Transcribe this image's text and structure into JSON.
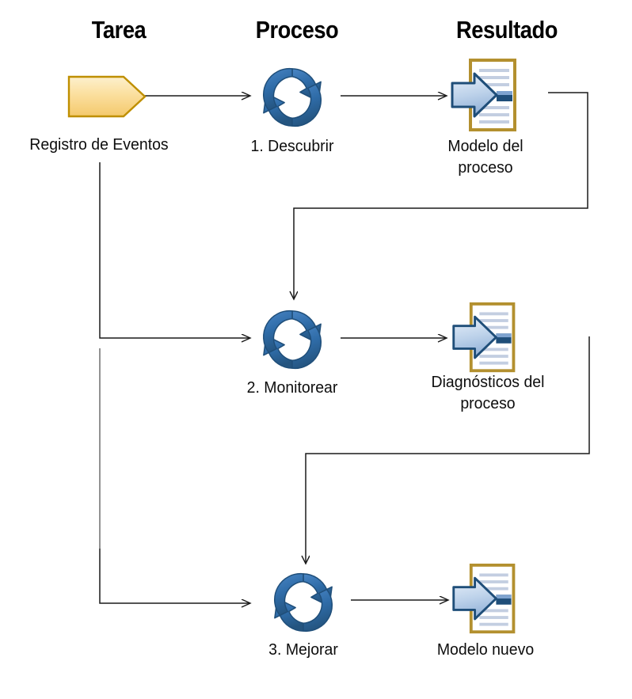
{
  "diagram": {
    "title": "Process Mining: Tarea / Proceso / Resultado",
    "background": "#ffffff",
    "line_color": "#1a1a1a",
    "columns": [
      {
        "id": "tarea",
        "label": "Tarea"
      },
      {
        "id": "proceso",
        "label": "Proceso"
      },
      {
        "id": "resultado",
        "label": "Resultado"
      }
    ],
    "nodes": {
      "event_log": {
        "label": "Registro de Eventos",
        "icon": "pentagon-tag-icon",
        "color": "#f5c45a"
      },
      "step1": {
        "label": "1. Descubrir",
        "icon": "process-cycle-icon",
        "color": "#2e6da4"
      },
      "result1": {
        "label": "Modelo del\nproceso",
        "icon": "document-arrow-icon",
        "color": "#b3902f"
      },
      "step2": {
        "label": "2. Monitorear",
        "icon": "process-cycle-icon",
        "color": "#2e6da4"
      },
      "result2": {
        "label": "Diagnósticos del\nproceso",
        "icon": "document-arrow-icon",
        "color": "#b3902f"
      },
      "step3": {
        "label": "3. Mejorar",
        "icon": "process-cycle-icon",
        "color": "#2e6da4"
      },
      "result3": {
        "label": "Modelo nuevo",
        "icon": "document-arrow-icon",
        "color": "#b3902f"
      }
    },
    "colors": {
      "pentagon_fill_light": "#fbe2ab",
      "pentagon_fill_dark": "#f2c35c",
      "pentagon_border": "#bf8f00",
      "cycle_blue": "#2f6ca8",
      "cycle_blue_dark": "#1f4e79",
      "doc_border": "#b3902f",
      "doc_page": "#ffffff",
      "doc_line": "#c2cde0",
      "doc_accent": "#1f4e79",
      "arrow_fill_light": "#dfe9f6",
      "arrow_fill_dark": "#9db9dd",
      "arrow_border": "#1f4e79",
      "connector": "#1a1a1a"
    },
    "connectors": [
      {
        "id": "c-log-to-step1",
        "from": "event_log",
        "to": "step1",
        "type": "straight-arrow"
      },
      {
        "id": "c-step1-to-res1",
        "from": "step1",
        "to": "result1",
        "type": "straight-arrow"
      },
      {
        "id": "c-log-to-step2",
        "from": "event_log",
        "to": "step2",
        "type": "elbow-arrow"
      },
      {
        "id": "c-step2-to-res2",
        "from": "step2",
        "to": "result2",
        "type": "straight-arrow"
      },
      {
        "id": "c-log-to-step3",
        "from": "event_log",
        "to": "step3",
        "type": "elbow-arrow"
      },
      {
        "id": "c-step3-to-res3",
        "from": "step3",
        "to": "result3",
        "type": "straight-arrow"
      },
      {
        "id": "c-res1-to-step2",
        "from": "result1",
        "to": "step2",
        "type": "feedback-elbow-arrow"
      },
      {
        "id": "c-res2-to-step3",
        "from": "result2",
        "to": "step3",
        "type": "feedback-elbow-arrow"
      }
    ]
  }
}
